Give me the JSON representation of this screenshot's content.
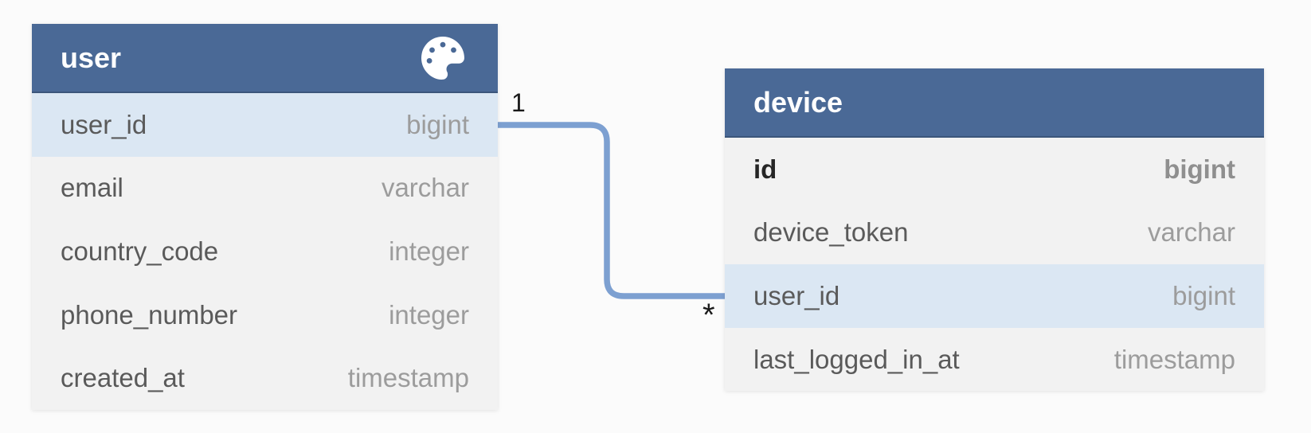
{
  "diagram": {
    "type": "entity-relationship",
    "background_color": "#fbfbfb",
    "colors": {
      "table_header_bg": "#4a6996",
      "table_header_text": "#ffffff",
      "row_bg": "#f2f2f2",
      "row_highlight_bg": "#dbe7f3",
      "field_name_text": "#5a5a5a",
      "field_type_text": "#9c9c9c",
      "relationship_line": "#7da0d1"
    }
  },
  "tables": [
    {
      "name": "user",
      "header_icon": "palette-icon",
      "rows": [
        {
          "name": "user_id",
          "type": "bigint",
          "highlighted": true
        },
        {
          "name": "email",
          "type": "varchar",
          "highlighted": false
        },
        {
          "name": "country_code",
          "type": "integer",
          "highlighted": false
        },
        {
          "name": "phone_number",
          "type": "integer",
          "highlighted": false
        },
        {
          "name": "created_at",
          "type": "timestamp",
          "highlighted": false
        }
      ]
    },
    {
      "name": "device",
      "rows": [
        {
          "name": "id",
          "type": "bigint",
          "primary_key": true
        },
        {
          "name": "device_token",
          "type": "varchar"
        },
        {
          "name": "user_id",
          "type": "bigint",
          "highlighted": true
        },
        {
          "name": "last_logged_in_at",
          "type": "timestamp"
        }
      ]
    }
  ],
  "relationship": {
    "from": "user.user_id",
    "to": "device.user_id",
    "from_cardinality_label": "1",
    "to_cardinality_label": "*"
  }
}
